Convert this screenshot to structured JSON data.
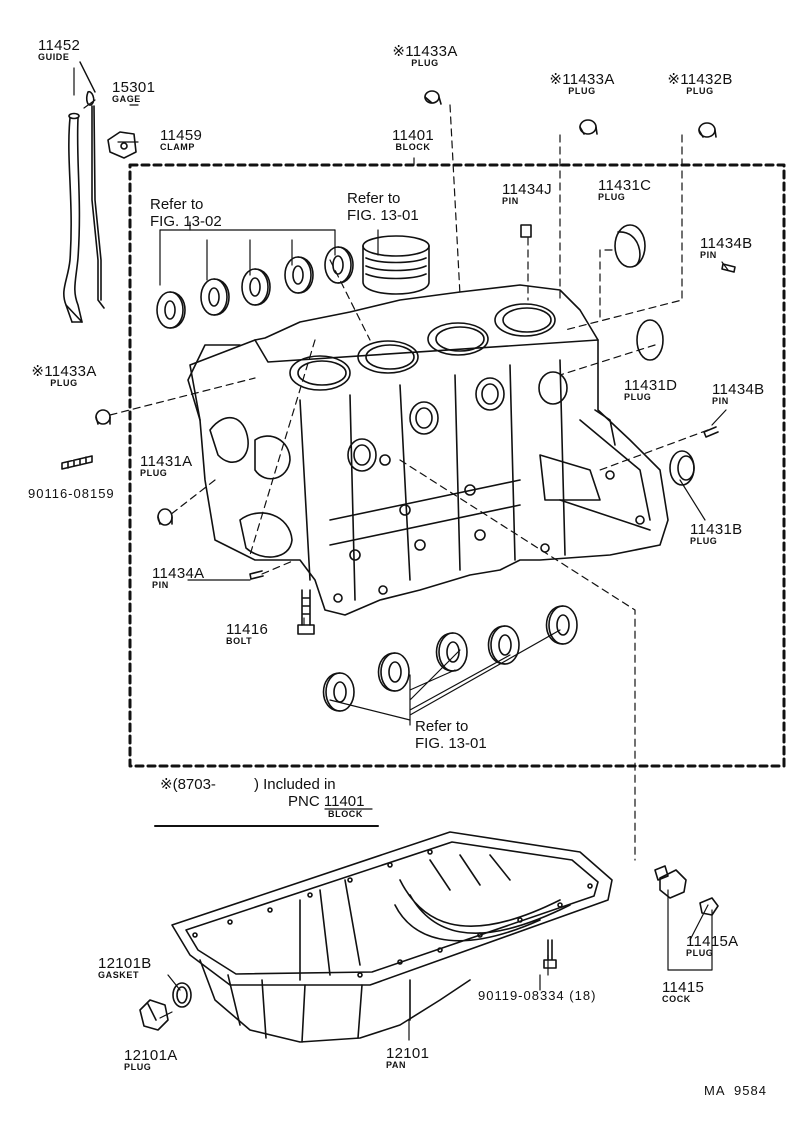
{
  "labels": {
    "l11452": {
      "num": "11452",
      "name": "GUIDE"
    },
    "l15301": {
      "num": "15301",
      "name": "GAGE"
    },
    "l11459": {
      "num": "11459",
      "name": "CLAMP"
    },
    "l11433A_top": {
      "num": "※11433A",
      "name": "PLUG"
    },
    "l11401": {
      "num": "11401",
      "name": "BLOCK"
    },
    "l11433A_right": {
      "num": "※11433A",
      "name": "PLUG"
    },
    "l11432B": {
      "num": "※11432B",
      "name": "PLUG"
    },
    "l11434J": {
      "num": "11434J",
      "name": "PIN"
    },
    "l11431C": {
      "num": "11431C",
      "name": "PLUG"
    },
    "l11434B_top": {
      "num": "11434B",
      "name": "PIN"
    },
    "l11431D": {
      "num": "11431D",
      "name": "PLUG"
    },
    "l11434B_mid": {
      "num": "11434B",
      "name": "PIN"
    },
    "l11433A_left": {
      "num": "※11433A",
      "name": "PLUG"
    },
    "l11431A": {
      "num": "11431A",
      "name": "PLUG"
    },
    "l11431B": {
      "num": "11431B",
      "name": "PLUG"
    },
    "l11434A": {
      "num": "11434A",
      "name": "PIN"
    },
    "l11416": {
      "num": "11416",
      "name": "BOLT"
    },
    "l12101B": {
      "num": "12101B",
      "name": "GASKET"
    },
    "l12101A": {
      "num": "12101A",
      "name": "PLUG"
    },
    "l12101": {
      "num": "12101",
      "name": "PAN"
    },
    "l11415A": {
      "num": "11415A",
      "name": "PLUG"
    },
    "l11415": {
      "num": "11415",
      "name": "COCK"
    }
  },
  "part_codes": {
    "bolt_left": "90116-08159",
    "bolt_pan": "90119-08334 (18)"
  },
  "references": {
    "ref_13_02": {
      "line1": "Refer to",
      "line2": "FIG. 13-02"
    },
    "ref_13_01_top": {
      "line1": "Refer to",
      "line2": "FIG. 13-01"
    },
    "ref_13_01_bottom": {
      "line1": "Refer to",
      "line2": "FIG. 13-01"
    }
  },
  "note": {
    "line1_prefix": "※(8703-",
    "line1_suffix": ") Included in",
    "line2": "PNC 11401",
    "line3": "BLOCK"
  },
  "footer_code": "MA  9584"
}
